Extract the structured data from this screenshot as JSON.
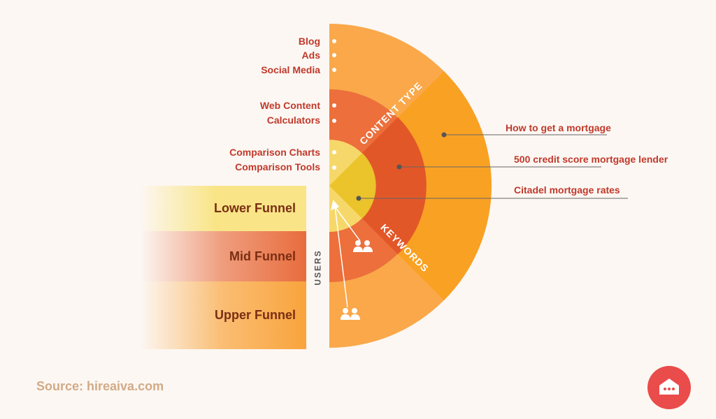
{
  "funnel": {
    "lower": "Lower Funnel",
    "mid": "Mid Funnel",
    "upper": "Upper Funnel"
  },
  "axis": {
    "users": "USERS",
    "content_type": "CONTENT TYPE",
    "keywords": "KEYWORDS"
  },
  "content_types": {
    "upper": [
      "Blog",
      "Ads",
      "Social Media"
    ],
    "mid": [
      "Web Content",
      "Calculators"
    ],
    "lower": [
      "Comparison Charts",
      "Comparison Tools"
    ]
  },
  "keywords": {
    "upper": "How to get a mortgage",
    "mid": "500 credit score mortgage lender",
    "lower": "Citadel mortgage rates"
  },
  "source": "Source: hireaiva.com",
  "colors": {
    "outer_ring": "#faa84a",
    "outer_keyword": "#f9a123",
    "mid_ring": "#ec6f3c",
    "mid_keyword": "#e25728",
    "inner_ring": "#f6d86a",
    "inner_keyword": "#ebc32b",
    "label_red": "#c0392b",
    "chat_button": "#ea4b4b"
  },
  "icons": {
    "users": "users-icon",
    "chat": "chat-icon"
  }
}
